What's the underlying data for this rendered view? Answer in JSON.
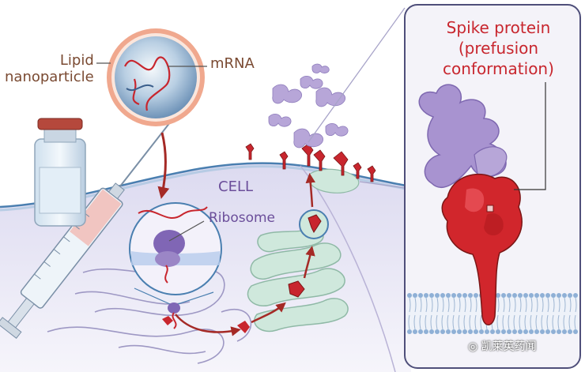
{
  "labels": {
    "lipid_nanoparticle": [
      "Lipid",
      "nanoparticle"
    ],
    "mrna": "mRNA",
    "cell": "CELL",
    "ribosome": "Ribosome",
    "spike_protein": [
      "Spike protein",
      "(prefusion",
      "conformation)"
    ]
  },
  "watermark": "凯莱英药闻",
  "colors": {
    "nanoparticle_ring": "#e8967a",
    "nanoparticle_core": "#9ab8d6",
    "mrna_strand": "#c8262e",
    "cell_membrane": "#4a7fb0",
    "cell_body": "#d7d4ea",
    "spike_subunit_s1": "#9b86c6",
    "spike_subunit_s2": "#d1262c",
    "golgi": "#cfe8dc",
    "er": "#e6e4f2",
    "label_brown": "#7a4a32",
    "label_purple": "#6b4e9a",
    "label_red": "#c8262e"
  }
}
